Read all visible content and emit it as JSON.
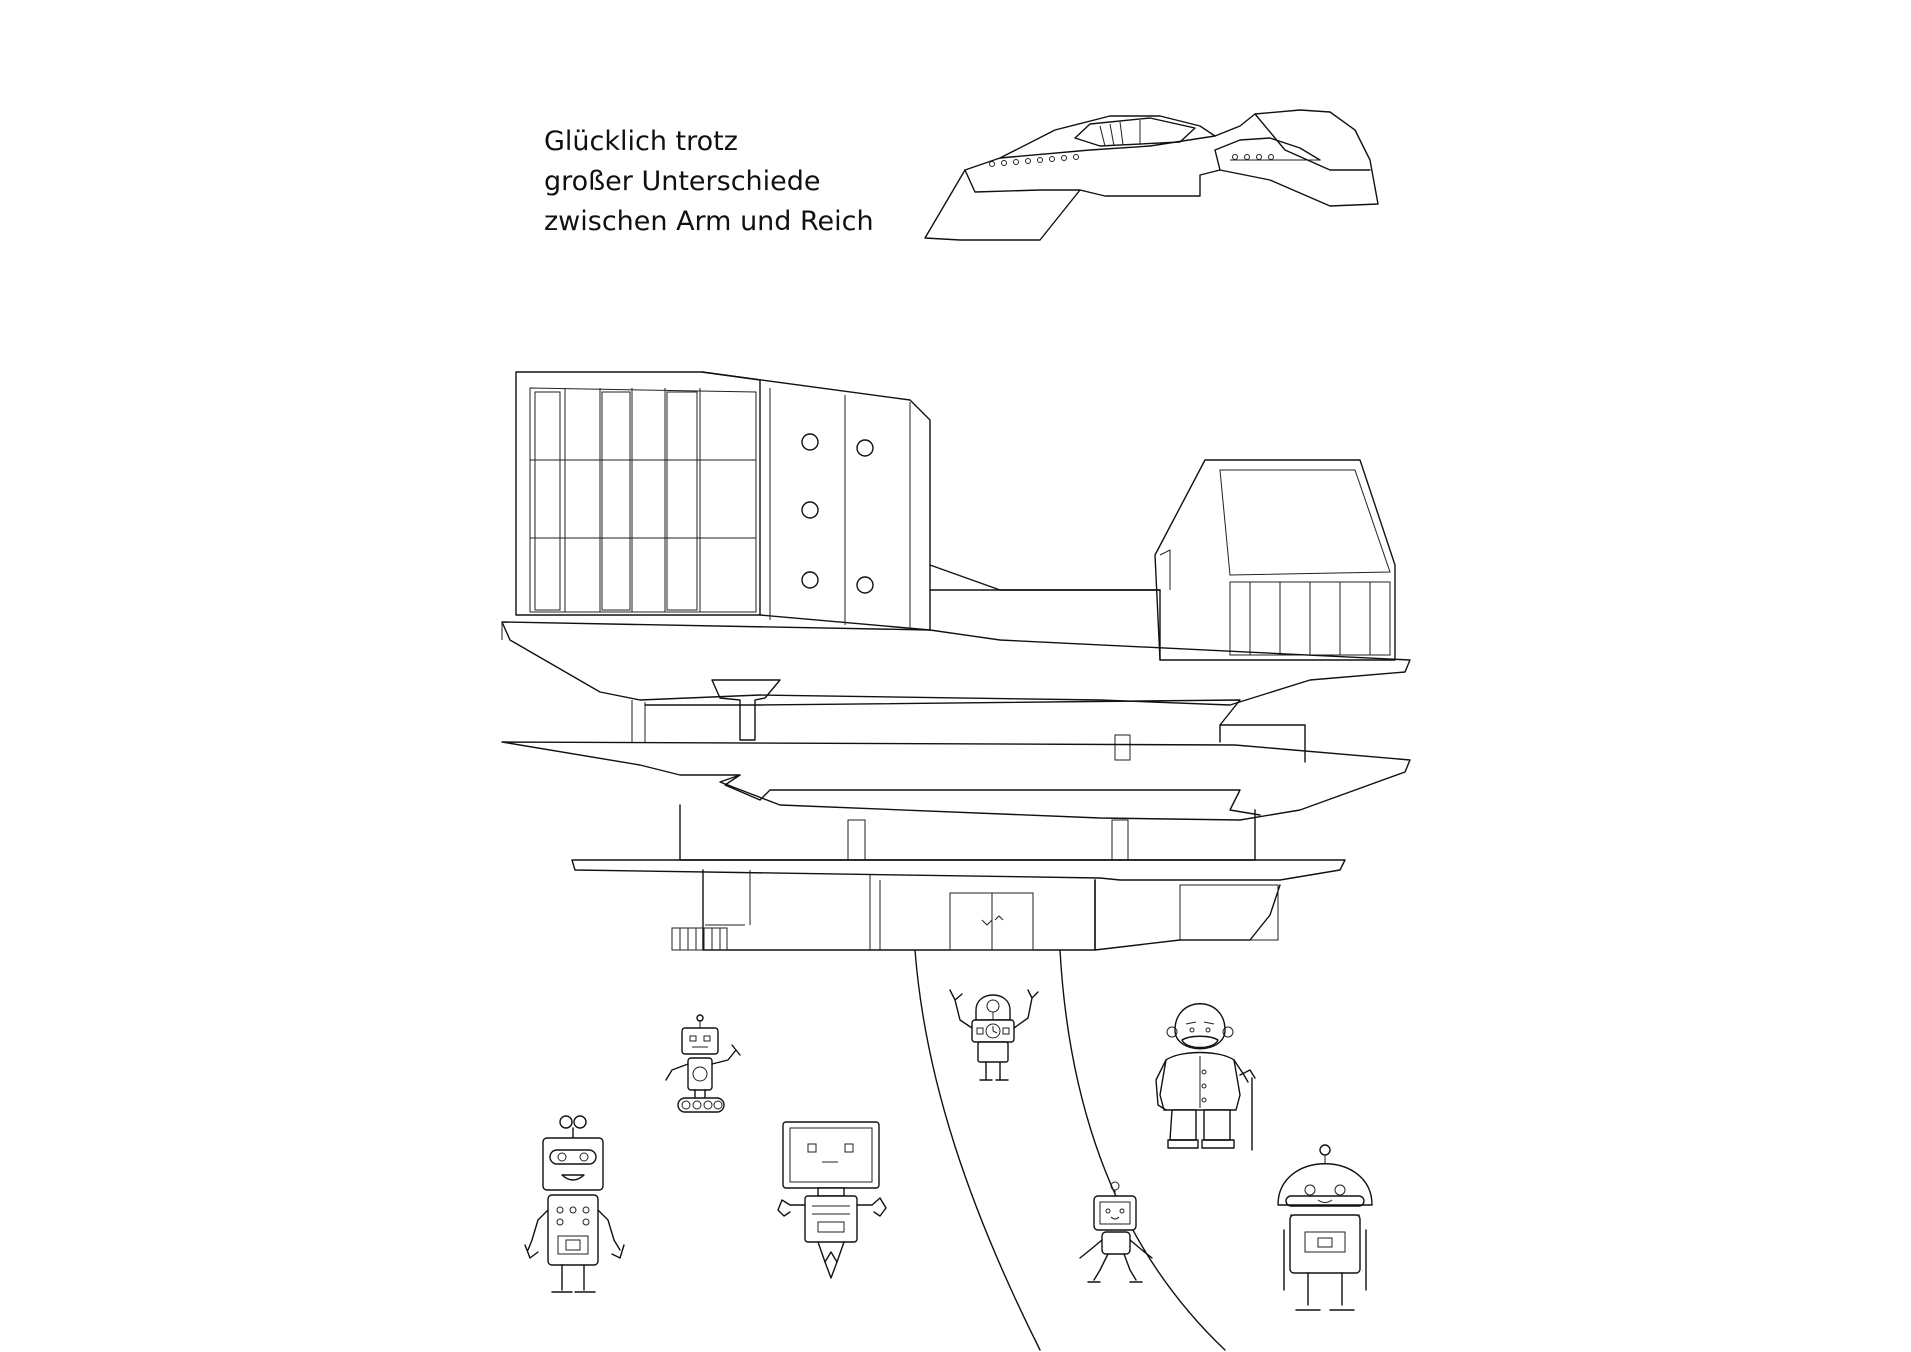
{
  "caption": {
    "line1": "Glücklich trotz",
    "line2": "großer Unterschiede",
    "line3": "zwischen Arm und Reich"
  },
  "colors": {
    "ink": "#111111",
    "paper": "#ffffff"
  },
  "illustration": {
    "elements": [
      "spaceship",
      "floating-building",
      "robot-group",
      "elderly-man-with-cane",
      "road-curves"
    ]
  }
}
